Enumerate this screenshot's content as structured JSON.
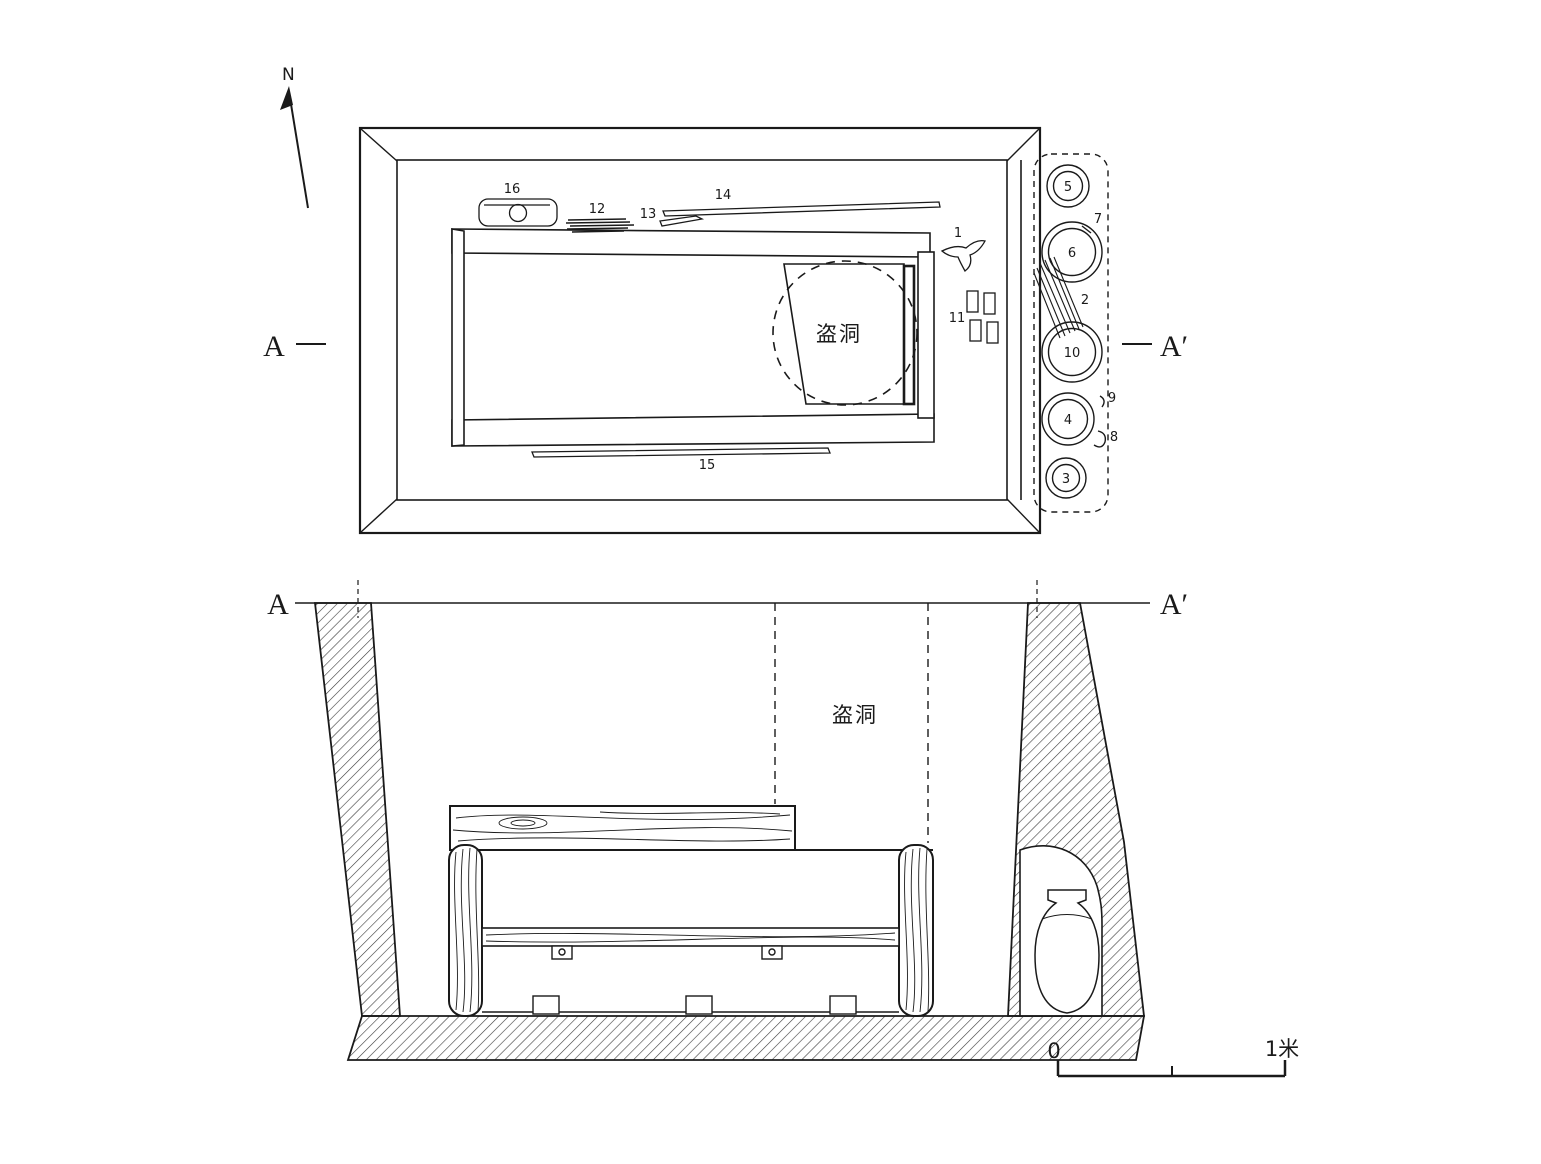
{
  "palette": {
    "ink": "#1a1a1a",
    "paper": "#ffffff"
  },
  "compass": {
    "north": "N"
  },
  "plan": {
    "section_left": "A",
    "section_right": "A′",
    "robber_hole_label": "盗洞",
    "numbers": {
      "n1": "1",
      "n2": "2",
      "n3": "3",
      "n4": "4",
      "n5": "5",
      "n6": "6",
      "n7": "7",
      "n8": "8",
      "n9": "9",
      "n10": "10",
      "n11": "11",
      "n12": "12",
      "n13": "13",
      "n14": "14",
      "n15": "15",
      "n16": "16"
    }
  },
  "section": {
    "section_left": "A",
    "section_right": "A′",
    "robber_hole_label": "盗洞"
  },
  "scale_bar": {
    "zero": "0",
    "unit": "1米"
  }
}
